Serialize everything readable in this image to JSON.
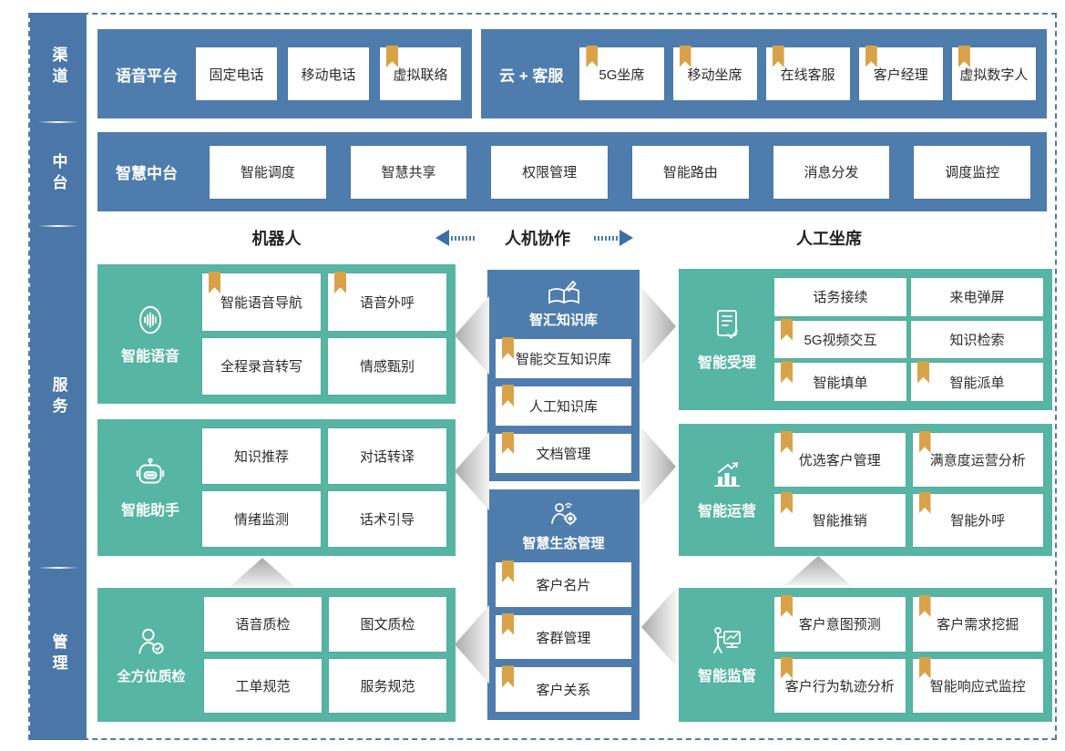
{
  "colors": {
    "panel_blue": "#4e7dad",
    "sidebar_blue": "#4a77a8",
    "block_green": "#56b5a3",
    "bookmark_gold": "#d8a348",
    "dashed_border": "#4e7dad",
    "arrow_gray": "#a9a9a9",
    "header_text": "#222222"
  },
  "sidebar": {
    "items": [
      {
        "label": "渠道"
      },
      {
        "label": "中台"
      },
      {
        "label": "服务"
      },
      {
        "label": "管理"
      }
    ]
  },
  "channel_row": {
    "voice_platform": {
      "label": "语音平台",
      "items": [
        {
          "label": "固定电话",
          "bookmark": false
        },
        {
          "label": "移动电话",
          "bookmark": false
        },
        {
          "label": "虚拟联络",
          "bookmark": true
        }
      ]
    },
    "cloud_service": {
      "label": "云 + 客服",
      "items": [
        {
          "label": "5G坐席",
          "bookmark": true
        },
        {
          "label": "移动坐席",
          "bookmark": true
        },
        {
          "label": "在线客服",
          "bookmark": true
        },
        {
          "label": "客户经理",
          "bookmark": true
        },
        {
          "label": "虚拟数字人",
          "bookmark": true
        }
      ]
    }
  },
  "middle_platform": {
    "label": "智慧中台",
    "items": [
      "智能调度",
      "智慧共享",
      "权限管理",
      "智能路由",
      "消息分发",
      "调度监控"
    ]
  },
  "section_headers": {
    "left": "机器人",
    "center": "人机协作",
    "right": "人工坐席"
  },
  "robot_column": [
    {
      "title": "智能语音",
      "icon": "voice-wave-icon",
      "items": [
        {
          "label": "智能语音导航",
          "bookmark": true
        },
        {
          "label": "语音外呼",
          "bookmark": true
        },
        {
          "label": "全程录音转写",
          "bookmark": false
        },
        {
          "label": "情感甄别",
          "bookmark": false
        }
      ]
    },
    {
      "title": "智能助手",
      "icon": "robot-icon",
      "items": [
        {
          "label": "知识推荐",
          "bookmark": false
        },
        {
          "label": "对话转译",
          "bookmark": false
        },
        {
          "label": "情绪监测",
          "bookmark": false
        },
        {
          "label": "话术引导",
          "bookmark": false
        }
      ]
    },
    {
      "title": "全方位质检",
      "icon": "quality-inspector-icon",
      "items": [
        {
          "label": "语音质检",
          "bookmark": false
        },
        {
          "label": "图文质检",
          "bookmark": false
        },
        {
          "label": "工单规范",
          "bookmark": false
        },
        {
          "label": "服务规范",
          "bookmark": false
        }
      ]
    }
  ],
  "collaboration_column": [
    {
      "title": "智汇知识库",
      "icon": "knowledge-book-icon",
      "items": [
        {
          "label": "智能交互知识库",
          "bookmark": true
        },
        {
          "label": "人工知识库",
          "bookmark": true
        },
        {
          "label": "文档管理",
          "bookmark": true
        }
      ]
    },
    {
      "title": "智慧生态管理",
      "icon": "ecosystem-management-icon",
      "items": [
        {
          "label": "客户名片",
          "bookmark": true
        },
        {
          "label": "客群管理",
          "bookmark": true
        },
        {
          "label": "客户关系",
          "bookmark": true
        }
      ]
    }
  ],
  "agent_column": [
    {
      "title": "智能受理",
      "icon": "document-check-icon",
      "items": [
        {
          "label": "话务接续",
          "bookmark": false
        },
        {
          "label": "来电弹屏",
          "bookmark": false
        },
        {
          "label": "5G视频交互",
          "bookmark": true
        },
        {
          "label": "知识检索",
          "bookmark": false
        },
        {
          "label": "智能填单",
          "bookmark": true
        },
        {
          "label": "智能派单",
          "bookmark": true
        }
      ]
    },
    {
      "title": "智能运营",
      "icon": "growth-chart-icon",
      "items": [
        {
          "label": "优选客户管理",
          "bookmark": true
        },
        {
          "label": "满意度运营分析",
          "bookmark": true
        },
        {
          "label": "智能推销",
          "bookmark": true
        },
        {
          "label": "智能外呼",
          "bookmark": true
        }
      ]
    },
    {
      "title": "智能监管",
      "icon": "monitor-board-icon",
      "items": [
        {
          "label": "客户意图预测",
          "bookmark": true
        },
        {
          "label": "客户需求挖掘",
          "bookmark": true
        },
        {
          "label": "客户行为轨迹分析",
          "bookmark": true
        },
        {
          "label": "智能响应式监控",
          "bookmark": true
        }
      ]
    }
  ]
}
